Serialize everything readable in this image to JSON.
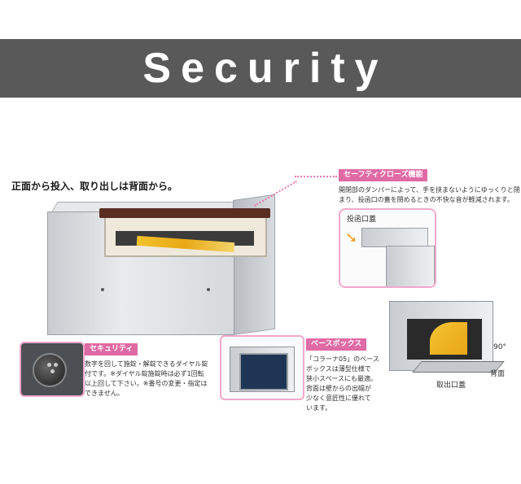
{
  "banner": {
    "title": "Security"
  },
  "headline": "正面から投入、取り出しは背面から。",
  "safety": {
    "title": "セーフティクローズ機能",
    "desc_lines": [
      "開閉部のダンパーによって、手を挟まないようにゆっくりと閉",
      "まり、投函口の蓋を閉めるときの不快な音が軽減されます。"
    ],
    "inset_label": "投函口蓋"
  },
  "security": {
    "title": "セキュリティ",
    "desc_lines": [
      "数字を回して施錠・解錠できるダイヤル錠",
      "付です。※ダイヤル錠施錠時は必ず1回転",
      "以上回して下さい。※番号の変更・指定は",
      "できません。"
    ]
  },
  "base_box": {
    "title": "ベースボックス",
    "desc_lines": [
      "「コラーナ05」のベース",
      "ボックスは薄型仕様で",
      "狭小スペースにも最適。",
      "背面は壁からの出幅が",
      "少なく意匠性に優れて",
      "います。"
    ]
  },
  "rear": {
    "angle_label": "90°",
    "back_label": "背面",
    "door_label": "取出口蓋"
  },
  "colors": {
    "banner": "#595959",
    "accent_pink": "#e06aa4",
    "lid_brown": "#5b2e22"
  }
}
